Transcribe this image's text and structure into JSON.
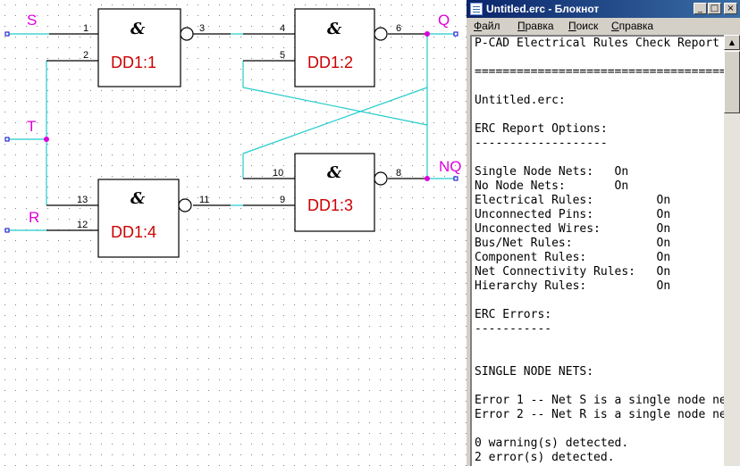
{
  "schematic": {
    "nets": {
      "s": "S",
      "q": "Q",
      "t": "T",
      "nq": "NQ",
      "r": "R"
    },
    "gates": {
      "g1": {
        "symbol": "&",
        "ref": "DD1:1",
        "pin_in_a": "1",
        "pin_in_b": "2",
        "pin_out": "3"
      },
      "g2": {
        "symbol": "&",
        "ref": "DD1:2",
        "pin_in_a": "4",
        "pin_in_b": "5",
        "pin_out": "6"
      },
      "g3": {
        "symbol": "&",
        "ref": "DD1:3",
        "pin_in_a": "10",
        "pin_in_b": "9",
        "pin_out": "8"
      },
      "g4": {
        "symbol": "&",
        "ref": "DD1:4",
        "pin_in_a": "13",
        "pin_in_b": "12",
        "pin_out": "11"
      }
    },
    "colors": {
      "net_label": "#dd00dd",
      "ref_text": "#cc0000",
      "wire": "#000000",
      "net_highlight": "#22cccc",
      "grid_dot": "#808080"
    }
  },
  "notepad": {
    "title": "Untitled.erc - Блокнот",
    "menu": [
      "Файл",
      "Правка",
      "Поиск",
      "Справка"
    ],
    "content": "P-CAD Electrical Rules Check Report\n\n=========================================\n\nUntitled.erc:\n\nERC Report Options:\n-------------------\n\nSingle Node Nets:   On\nNo Node Nets:       On\nElectrical Rules:         On\nUnconnected Pins:         On\nUnconnected Wires:        On\nBus/Net Rules:            On\nComponent Rules:          On\nNet Connectivity Rules:   On\nHierarchy Rules:          On\n\nERC Errors:\n-----------\n\n\nSINGLE NODE NETS:\n\nError 1 -- Net S is a single node net\nError 2 -- Net R is a single node net\n\n0 warning(s) detected.\n2 error(s) detected."
  }
}
